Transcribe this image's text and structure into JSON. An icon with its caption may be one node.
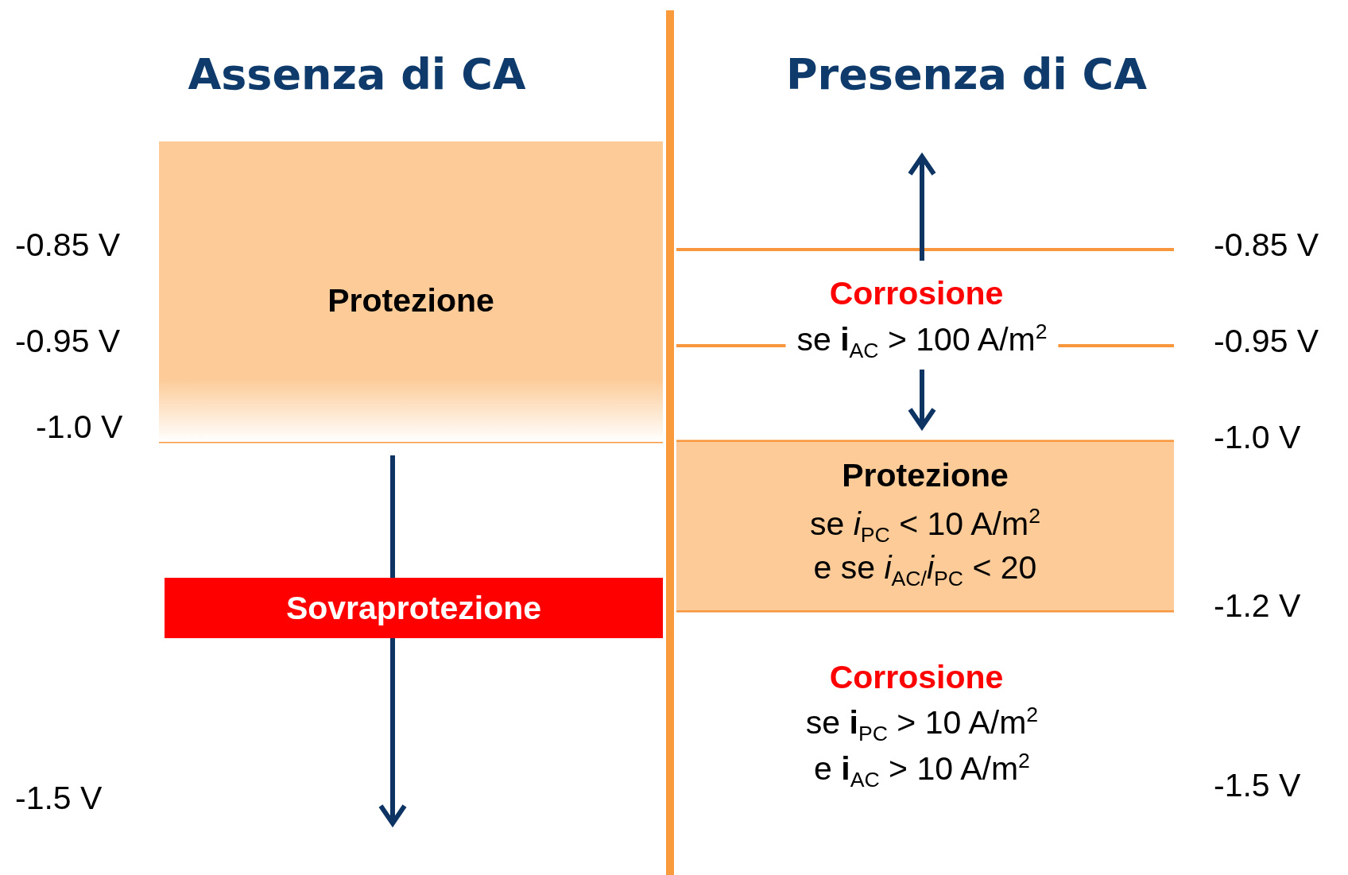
{
  "diagram": {
    "nodes": [
      {
        "text": [
          "Protezione"
        ]
      },
      {
        "text": [
          "Sovraprotezione"
        ]
      },
      {
        "text": [
          "Protezione",
          "se *i*$_{PC}$ < 10 A/m$^{2}$",
          "e se *i*$_{AC/}$*i*$_{PC}$ < 20"
        ]
      }
    ],
    "edges": [],
    "labels": [
      "Assenza di CA",
      "Presenza di CA",
      "-0.85 V",
      "Corrosione",
      "-0.85 V",
      "-0.95 V",
      "se **i**$_{AC}$ > 100 A/m$^{2}$",
      "-0.95 V",
      "-1.0 V",
      "-1.0 V",
      "-1.2 V",
      "Corrosione",
      "se **i**$_{PC}$ > 10 A/m$^{2}$",
      "e **i**$_{AC}$ > 10 A/m$^{2}$",
      "-1.5 V",
      "-1.5 V"
    ]
  }
}
